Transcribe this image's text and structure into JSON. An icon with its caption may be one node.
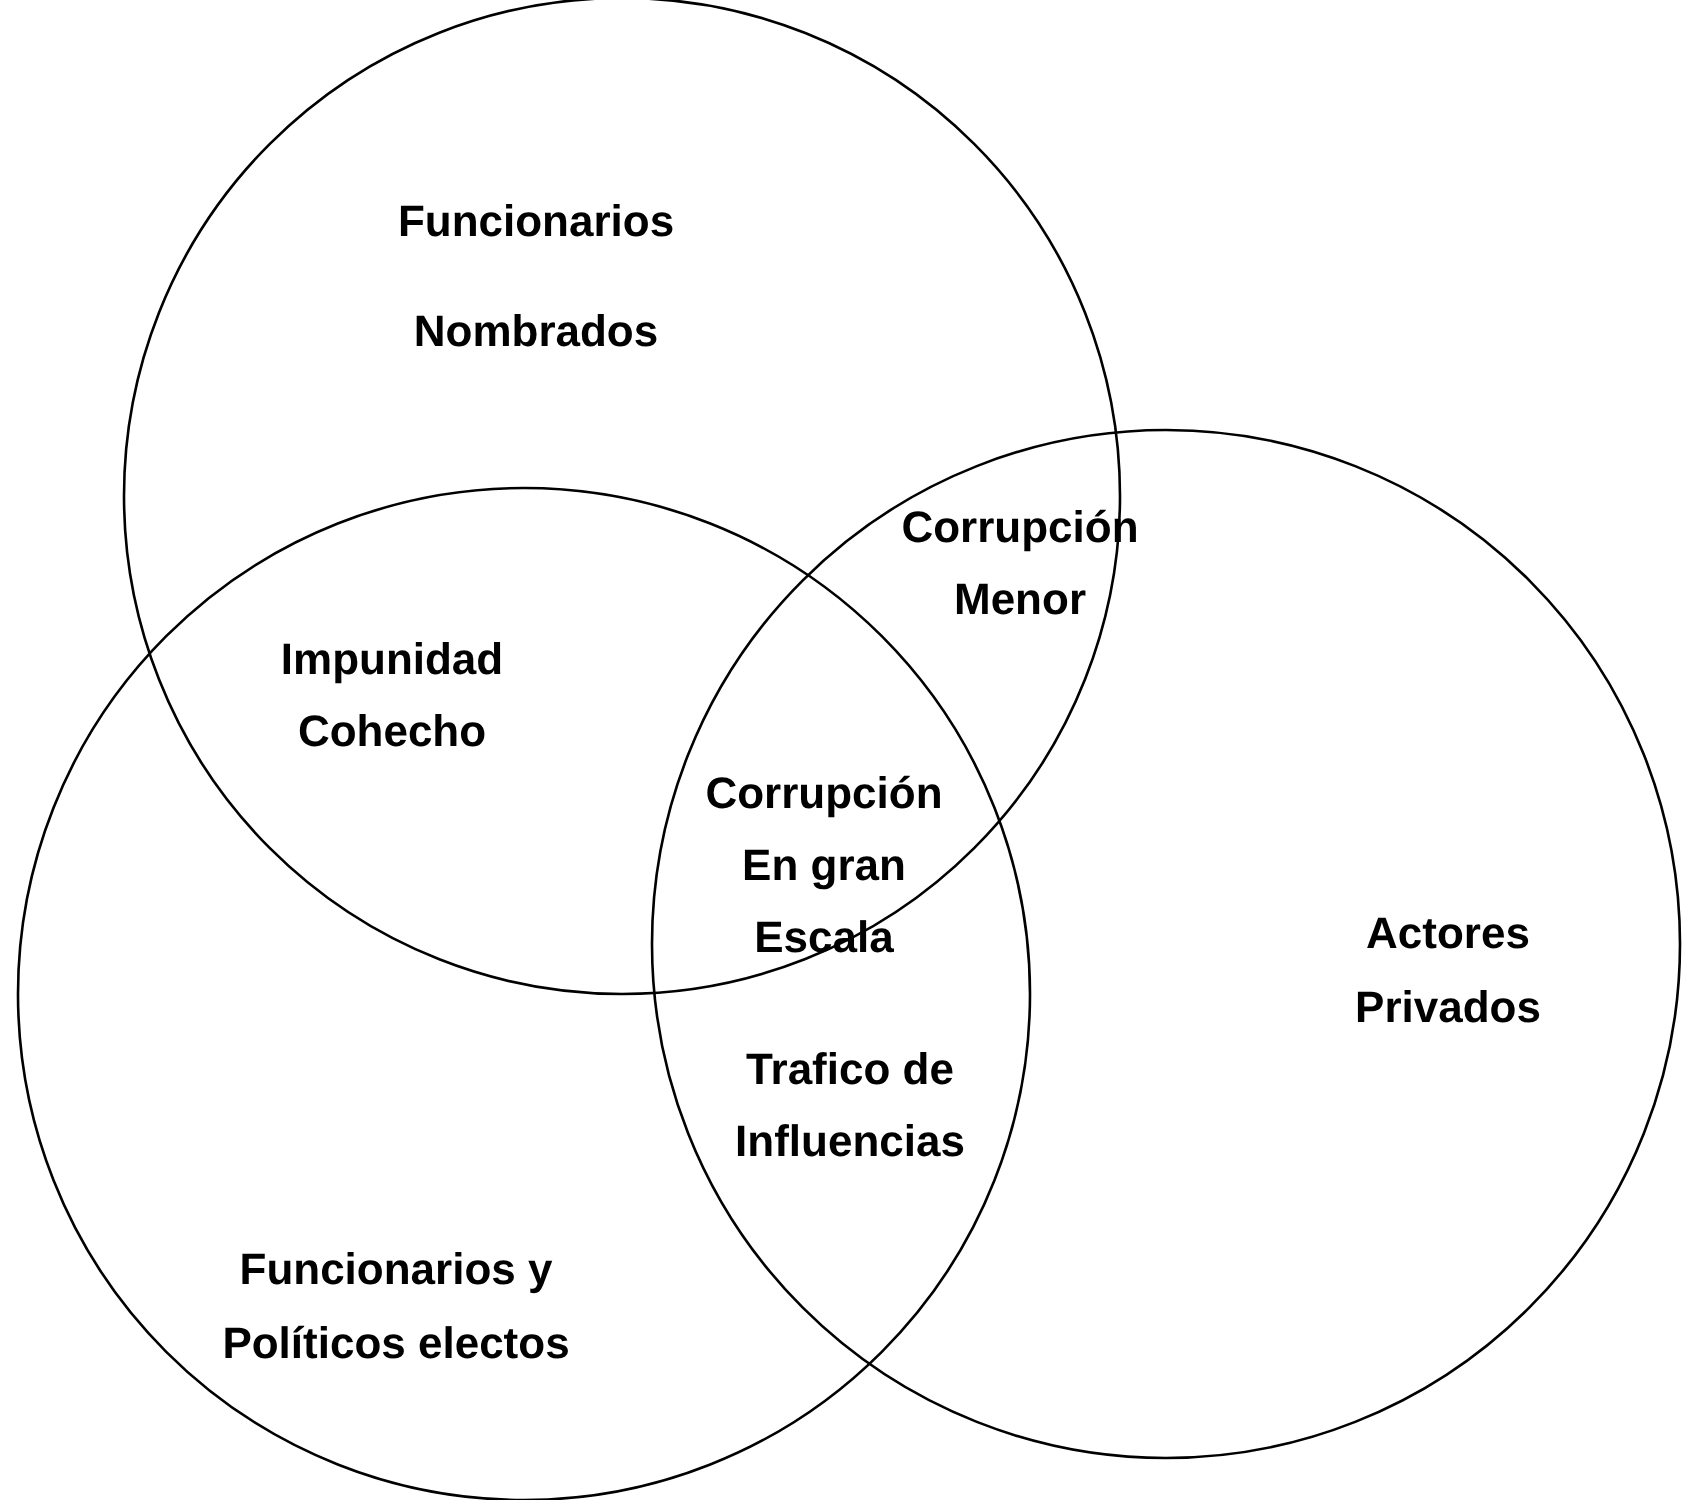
{
  "diagram": {
    "nodes": [
      {
        "text": [
          "Funcionarios Nombrados"
        ]
      },
      {
        "text": [
          "Funcionarios y Políticos electos"
        ]
      },
      {
        "text": [
          "Actores Privados"
        ]
      }
    ],
    "labels": [
      "Corrupción Menor",
      "Impunidad Cohecho",
      "Corrupción En gran Escala",
      "Trafico de Influencias"
    ]
  }
}
